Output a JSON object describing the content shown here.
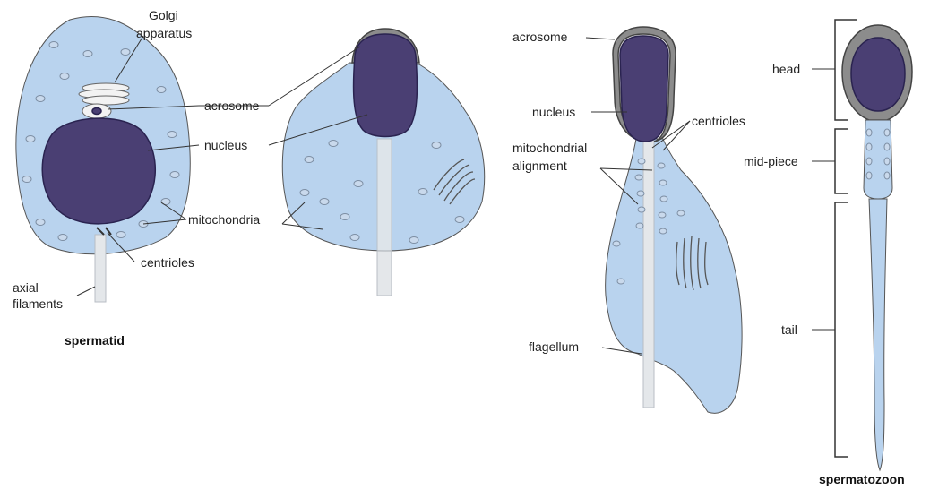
{
  "labels": {
    "golgi_apparatus_line1": "Golgi",
    "golgi_apparatus_line2": "apparatus",
    "acrosome_spermatid": "acrosome",
    "nucleus_spermatid": "nucleus",
    "mitochondria": "mitochondria",
    "centrioles_spermatid": "centrioles",
    "axial_filaments_line1": "axial",
    "axial_filaments_line2": "filaments",
    "spermatid": "spermatid",
    "acrosome_stage3": "acrosome",
    "nucleus_stage3": "nucleus",
    "centrioles_stage3": "centrioles",
    "mito_alignment_line1": "mitochondrial",
    "mito_alignment_line2": "alignment",
    "flagellum": "flagellum",
    "head": "head",
    "mid_piece": "mid-piece",
    "tail": "tail",
    "spermatozoon": "spermatozoon"
  },
  "colors": {
    "cytoplasm": "#b9d3ee",
    "nucleus": "#4a3f73",
    "acrosome": "#8c8c8c",
    "flagellum": "#e4e7ea"
  }
}
